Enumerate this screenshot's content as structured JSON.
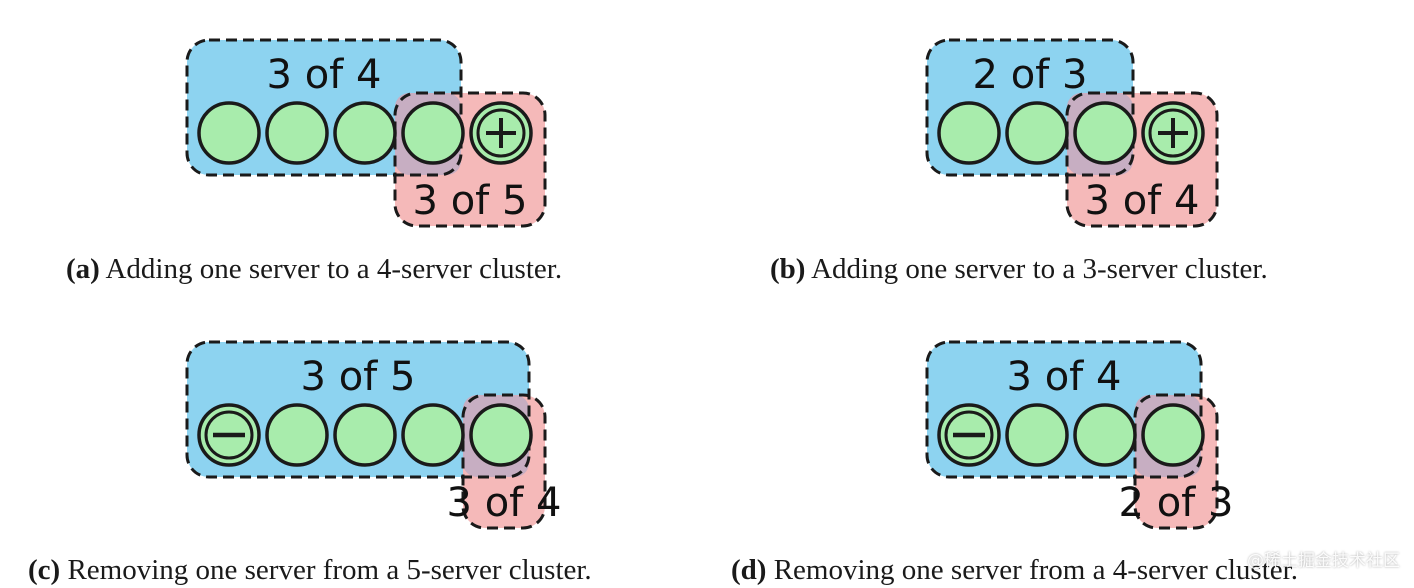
{
  "panels": [
    {
      "id": "a",
      "tag": "(a)",
      "caption": "Adding one server to a 4-server cluster.",
      "servers": [
        "normal",
        "normal",
        "normal",
        "normal",
        "add"
      ],
      "old_config": {
        "label": "3 of 4",
        "members": [
          0,
          1,
          2,
          3
        ]
      },
      "new_config": {
        "label": "3 of 5",
        "members": [
          0,
          1,
          2,
          3,
          4
        ]
      }
    },
    {
      "id": "b",
      "tag": "(b)",
      "caption": "Adding one server to a 3-server cluster.",
      "servers": [
        "normal",
        "normal",
        "normal",
        "add"
      ],
      "old_config": {
        "label": "2 of 3",
        "members": [
          0,
          1,
          2
        ]
      },
      "new_config": {
        "label": "3 of 4",
        "members": [
          0,
          1,
          2,
          3
        ]
      }
    },
    {
      "id": "c",
      "tag": "(c)",
      "caption": "Removing one server from a 5-server cluster.",
      "servers": [
        "remove",
        "normal",
        "normal",
        "normal",
        "normal"
      ],
      "old_config": {
        "label": "3 of 5",
        "members": [
          0,
          1,
          2,
          3,
          4
        ]
      },
      "new_config": {
        "label": "3 of 4",
        "members": [
          1,
          2,
          3,
          4
        ]
      }
    },
    {
      "id": "d",
      "tag": "(d)",
      "caption": "Removing one server from a 4-server cluster.",
      "servers": [
        "remove",
        "normal",
        "normal",
        "normal"
      ],
      "old_config": {
        "label": "3 of 4",
        "members": [
          0,
          1,
          2,
          3
        ]
      },
      "new_config": {
        "label": "2 of 3",
        "members": [
          1,
          2,
          3
        ]
      }
    }
  ],
  "colors": {
    "old_fill": "#8dd3f0",
    "new_fill": "#f5b9b9",
    "overlap_fill": "#c7aec2",
    "server_fill": "#a8ecac",
    "stroke": "#1a1a1a"
  },
  "watermark": "@稀土掘金技术社区"
}
